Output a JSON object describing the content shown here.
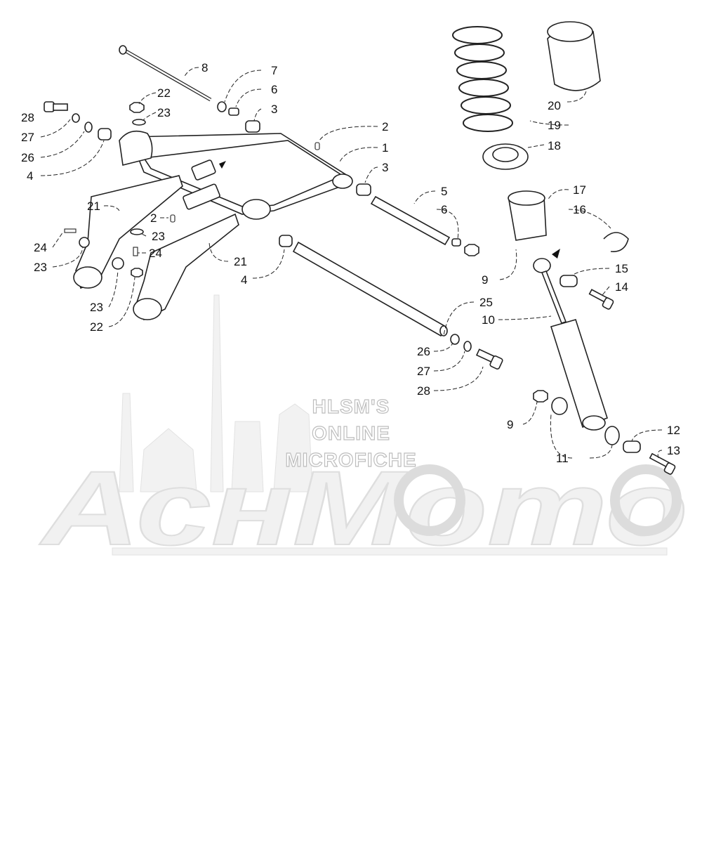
{
  "watermark": {
    "line1": "HLSM'S",
    "line2": "ONLINE",
    "line3": "MICROFICHE",
    "brand": "АснМото"
  },
  "callouts": {
    "c1": "1",
    "c2a": "2",
    "c2b": "2",
    "c3a": "3",
    "c3b": "3",
    "c4a": "4",
    "c4b": "4",
    "c5": "5",
    "c6a": "6",
    "c6b": "6",
    "c7": "7",
    "c8": "8",
    "c9a": "9",
    "c9b": "9",
    "c10": "10",
    "c11": "11",
    "c12": "12",
    "c13": "13",
    "c14": "14",
    "c15": "15",
    "c16": "16",
    "c17": "17",
    "c18": "18",
    "c19": "19",
    "c20": "20",
    "c21a": "21",
    "c21b": "21",
    "c22a": "22",
    "c22b": "22",
    "c23a": "23",
    "c23b": "23",
    "c23c": "23",
    "c23d": "23",
    "c24a": "24",
    "c24b": "24",
    "c25": "25",
    "c26a": "26",
    "c26b": "26",
    "c27a": "27",
    "c27b": "27",
    "c28a": "28",
    "c28b": "28"
  },
  "colors": {
    "line": "#222222",
    "watermark": "#dedede"
  }
}
